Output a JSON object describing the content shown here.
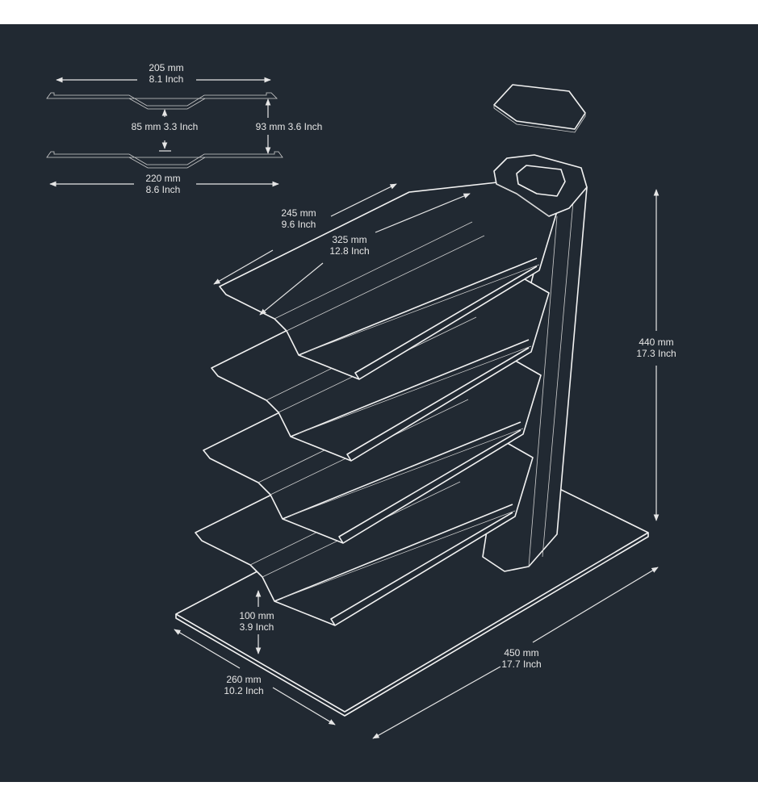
{
  "colors": {
    "background": "#212932",
    "lines": "#f2f2f2",
    "text": "#e6e6e6"
  },
  "dimensions": {
    "top_width": {
      "mm": "205 mm",
      "inch": "8.1 Inch"
    },
    "profile_gap": {
      "label": "85 mm 3.3 Inch"
    },
    "profile_height": {
      "label": "93 mm 3.6 Inch"
    },
    "bottom_width": {
      "mm": "220 mm",
      "inch": "8.6 Inch"
    },
    "tray_depth_outer": {
      "mm": "245 mm",
      "inch": "9.6 Inch"
    },
    "tray_depth_inner": {
      "mm": "325 mm",
      "inch": "12.8 Inch"
    },
    "total_height": {
      "mm": "440 mm",
      "inch": "17.3 Inch"
    },
    "tray_spacing": {
      "mm": "100 mm",
      "inch": "3.9 Inch"
    },
    "base_depth": {
      "mm": "260 mm",
      "inch": "10.2 Inch"
    },
    "base_width": {
      "mm": "450 mm",
      "inch": "17.7 Inch"
    }
  }
}
